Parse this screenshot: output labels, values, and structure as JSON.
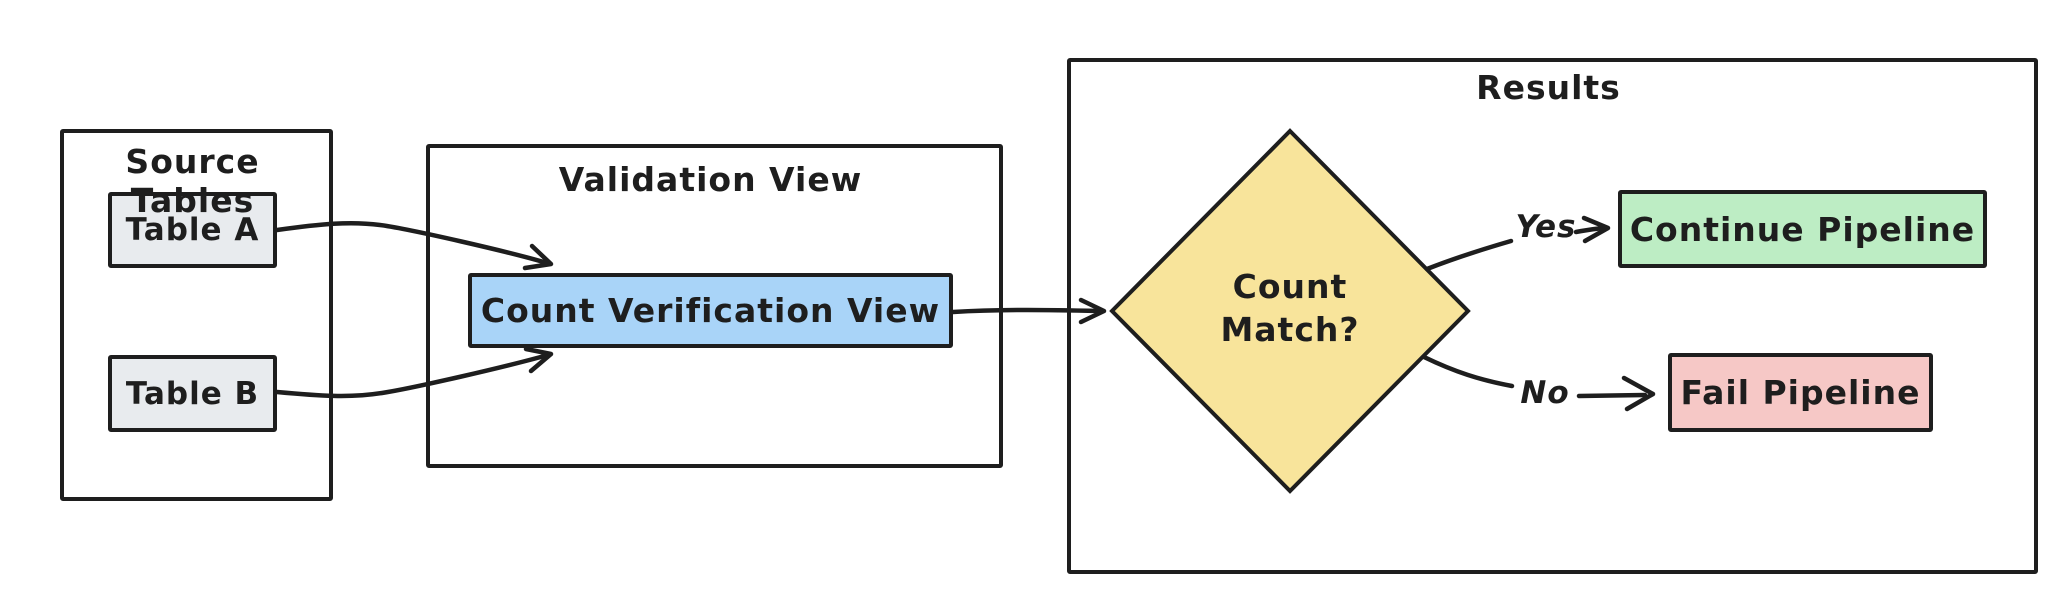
{
  "canvas": {
    "background": "#ffffff",
    "stroke": "#1e1e1e"
  },
  "groups": {
    "source_tables": {
      "label": "Source Tables"
    },
    "validation_view": {
      "label": "Validation View"
    },
    "results": {
      "label": "Results"
    }
  },
  "nodes": {
    "table_a": {
      "label": "Table A",
      "fill": "#e8ebee"
    },
    "table_b": {
      "label": "Table B",
      "fill": "#e8ebee"
    },
    "count_verification_view": {
      "label": "Count Verification View",
      "fill": "#a9d4f8"
    },
    "count_match": {
      "line1": "Count",
      "line2": "Match?",
      "fill": "#f8e49b"
    },
    "continue_pipeline": {
      "label": "Continue Pipeline",
      "fill": "#bdedc4"
    },
    "fail_pipeline": {
      "label": "Fail Pipeline",
      "fill": "#f6c8c6"
    }
  },
  "edge_labels": {
    "yes": "Yes",
    "no": "No"
  }
}
